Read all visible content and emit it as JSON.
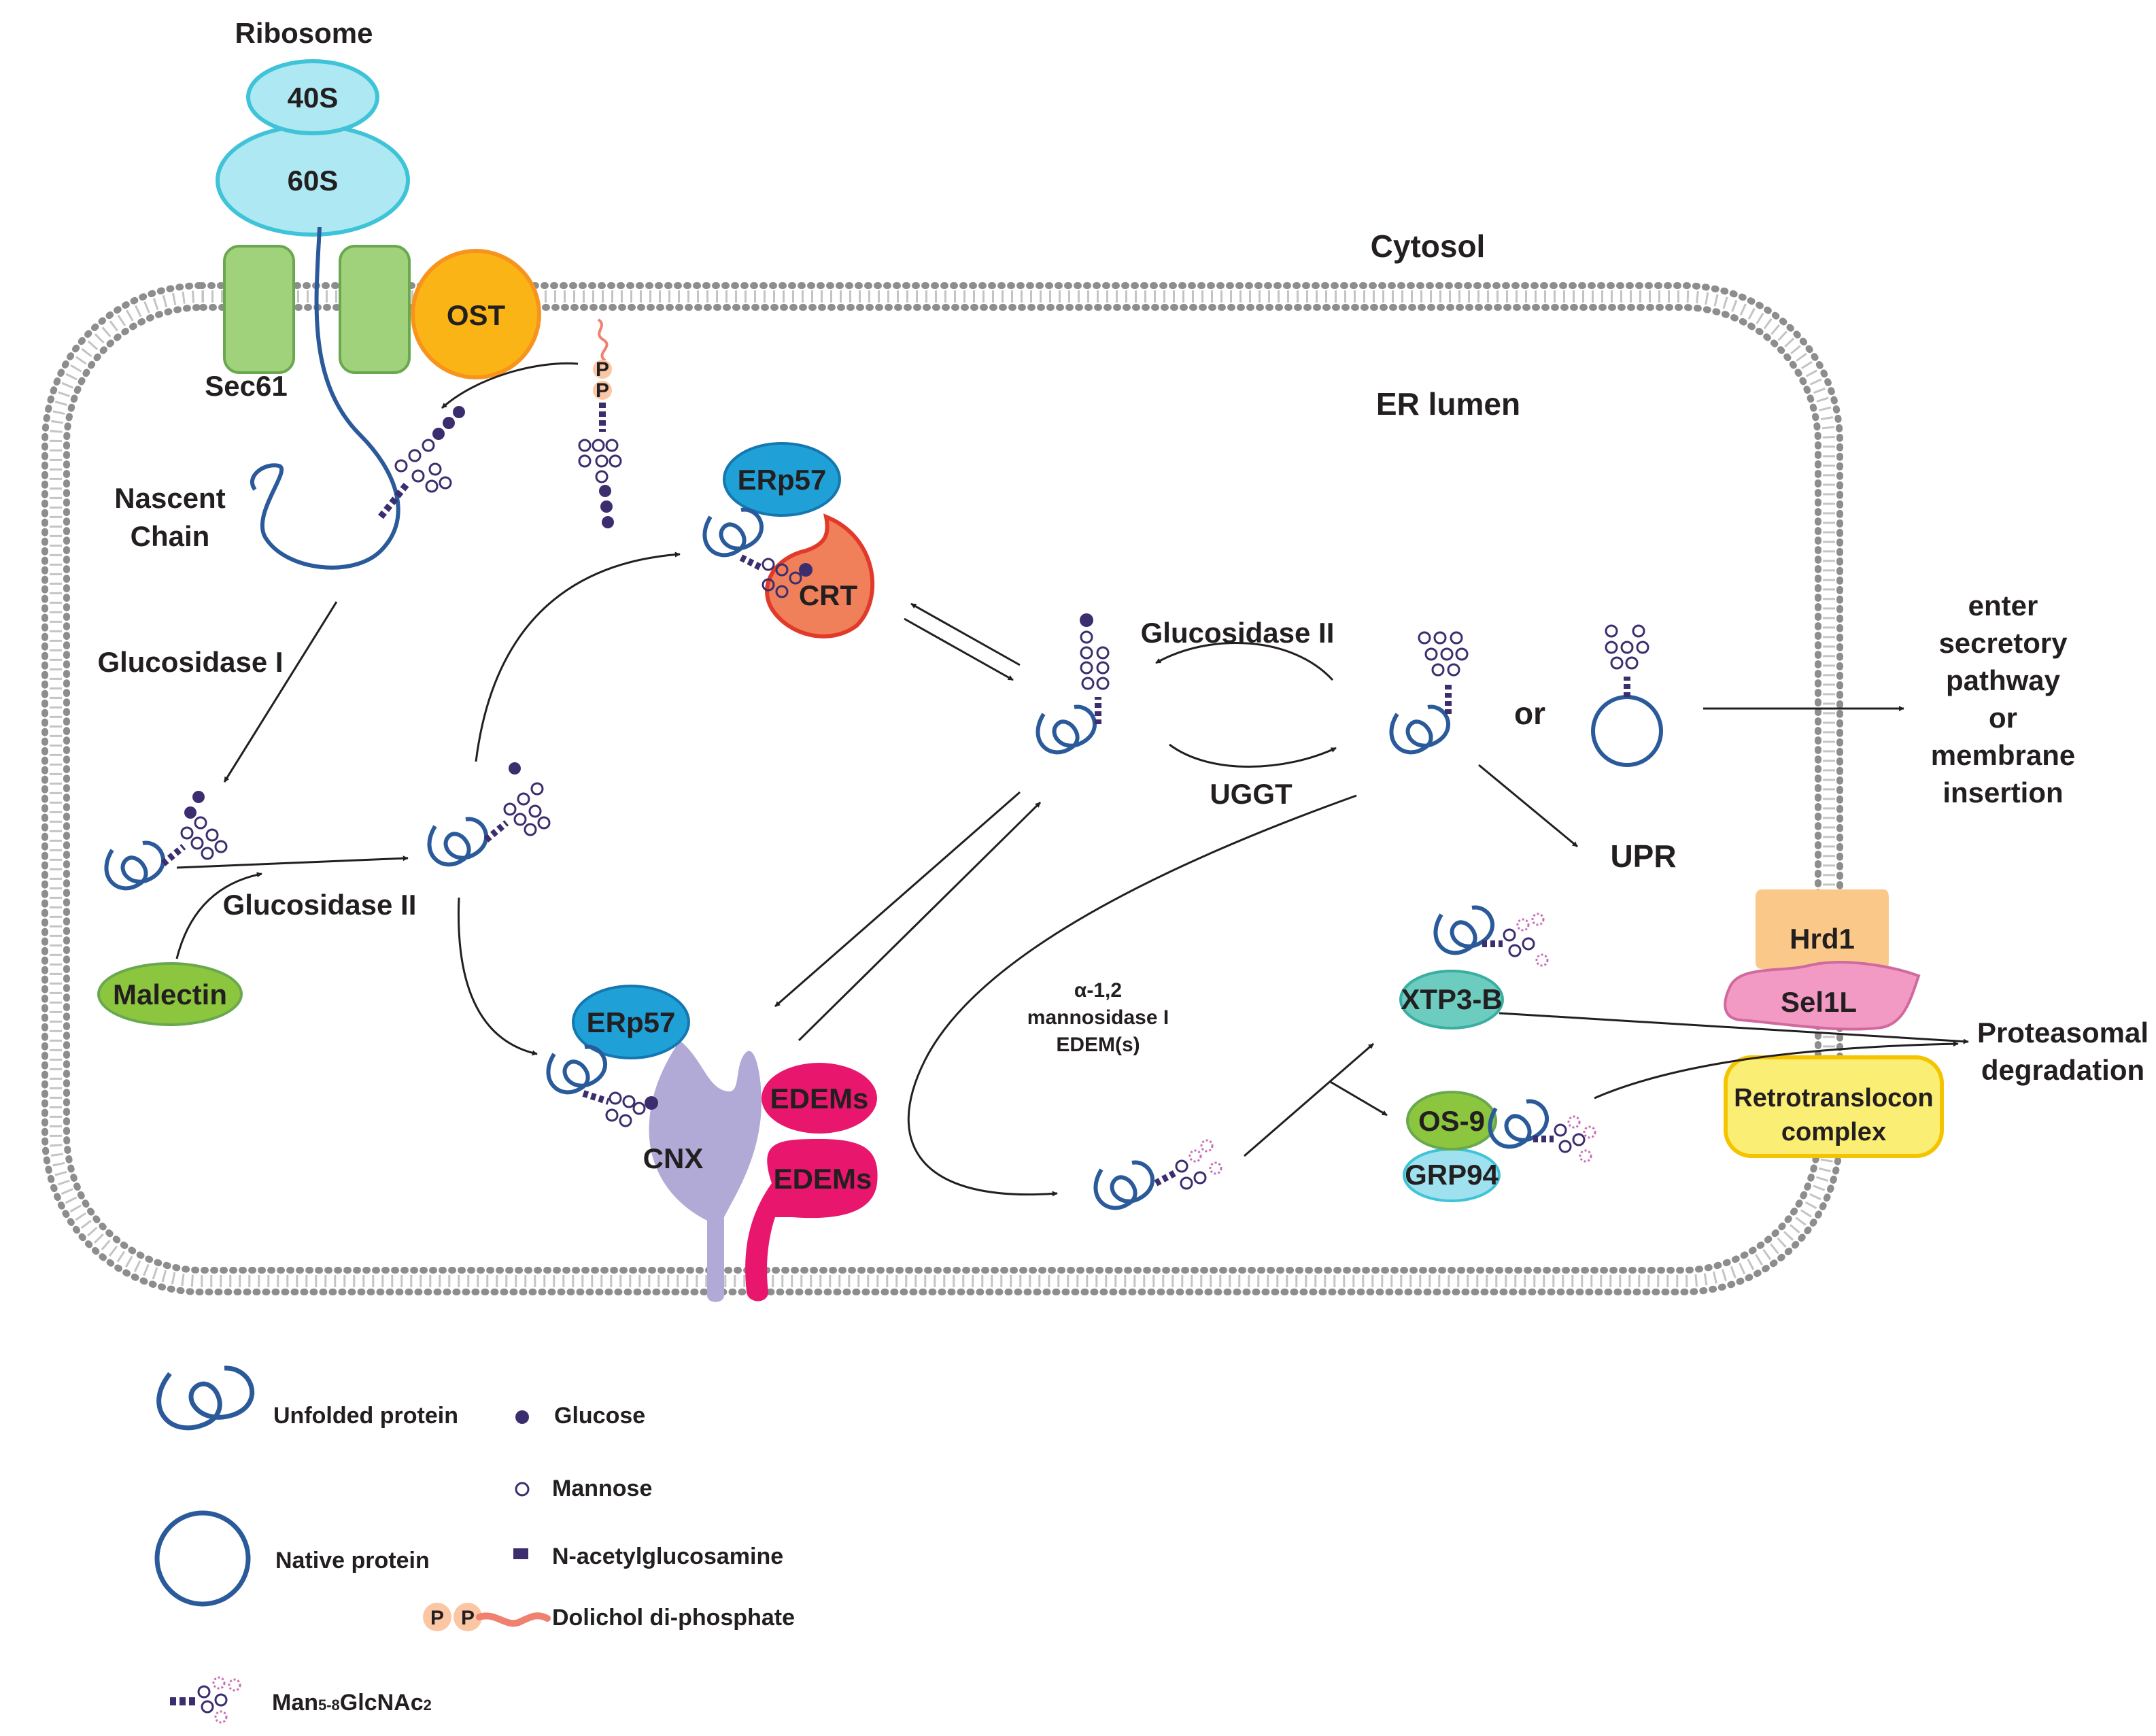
{
  "labels": {
    "ribosome": "Ribosome",
    "subunit_small": "40S",
    "subunit_large": "60S",
    "sec61": "Sec61",
    "ost": "OST",
    "nascent_chain": [
      "Nascent",
      "Chain"
    ],
    "cytosol": "Cytosol",
    "er_lumen": "ER lumen",
    "glucosidase_i": "Glucosidase I",
    "glucosidase_ii_lower": "Glucosidase II",
    "glucosidase_ii_upper": "Glucosidase II",
    "malectin": "Malectin",
    "erp57_top": "ERp57",
    "crt": "CRT",
    "erp57_bottom": "ERp57",
    "cnx": "CNX",
    "edems_1": "EDEMs",
    "edems_2": "EDEMs",
    "uggt": "UGGT",
    "or": "or",
    "upr": "UPR",
    "exit_pathway": [
      "enter",
      "secretory",
      "pathway",
      "or",
      "membrane",
      "insertion"
    ],
    "mannosidase": [
      "α-1,2",
      "mannosidase I",
      "EDEM(s)"
    ],
    "xtp3b": "XTP3-B",
    "os9": "OS-9",
    "grp94": "GRP94",
    "hrd1": "Hrd1",
    "sel1l": "Sel1L",
    "retrotranslocon": [
      "Retrotranslocon",
      "complex"
    ],
    "proteasomal": [
      "Proteasomal",
      "degradation"
    ],
    "phosphate": "P"
  },
  "legend": {
    "unfolded_protein": "Unfolded protein",
    "glucose": "Glucose",
    "mannose": "Mannose",
    "native_protein": "Native protein",
    "glcnac": "N-acetylglucosamine",
    "dolichol": "Dolichol di-phosphate",
    "mans_prefix": "Man",
    "mans_sub1": "5-8",
    "mans_mid": "GlcNAc",
    "mans_sub2": "2"
  },
  "colors": {
    "ribosome": "#aee8f3",
    "ribosome_stroke": "#3fc3d8",
    "sec61": "#9fd27a",
    "ost": "#fbb416",
    "protein": "#2a5a9a",
    "glucose": "#3c2e6e",
    "erp57": "#1fa1d8",
    "crt": "#f0805a",
    "crt_stroke": "#e23a2a",
    "cnx": "#b2aad6",
    "edems": "#e8166c",
    "malectin": "#8cc63f",
    "xtp3b": "#6cccc0",
    "os9": "#8cc63f",
    "grp94": "#9fe1ee",
    "hrd1": "#fac98a",
    "sel1l": "#f29ac3",
    "retrotranslocon": "#fbee75",
    "retrotranslocon_stroke": "#f5c400",
    "phosphate": "#fbc6a4",
    "dolichol": "#f08070",
    "membrane": "#a7a7a7"
  }
}
